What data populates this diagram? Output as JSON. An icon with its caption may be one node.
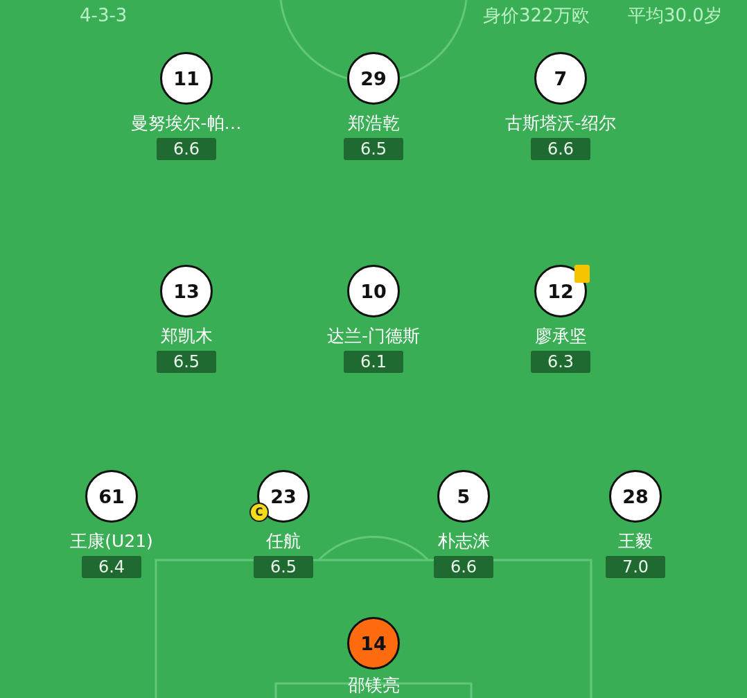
{
  "diagram": {
    "nodes": [
      {
        "text": [
          "11"
        ],
        "beside": [
          "曼努埃尔-帕…",
          "6.6"
        ]
      },
      {
        "text": [
          "29"
        ],
        "beside": [
          "郑浩乾",
          "6.5"
        ]
      },
      {
        "text": [
          "7"
        ],
        "beside": [
          "古斯塔沃-绍尔",
          "6.6"
        ]
      },
      {
        "text": [
          "13"
        ],
        "beside": [
          "郑凯木",
          "6.5"
        ]
      },
      {
        "text": [
          "10"
        ],
        "beside": [
          "达兰-门德斯",
          "6.1"
        ]
      },
      {
        "text": [
          "12"
        ],
        "beside": [
          "廖承坚",
          "6.3"
        ]
      },
      {
        "text": [
          "61"
        ],
        "beside": [
          "王康(U21)",
          "6.4"
        ]
      },
      {
        "text": [
          "23"
        ],
        "beside": [
          "任航",
          "6.5"
        ]
      },
      {
        "text": [
          "5"
        ],
        "beside": [
          "朴志洙",
          "6.6"
        ]
      },
      {
        "text": [
          "28"
        ],
        "beside": [
          "王毅",
          "7.0"
        ]
      },
      {
        "text": [
          "14"
        ],
        "beside": [
          "邵镁亮"
        ]
      }
    ],
    "edges": [],
    "labels": [
      "4-3-3",
      "身价322万欧",
      "平均30.0岁",
      "C"
    ]
  }
}
